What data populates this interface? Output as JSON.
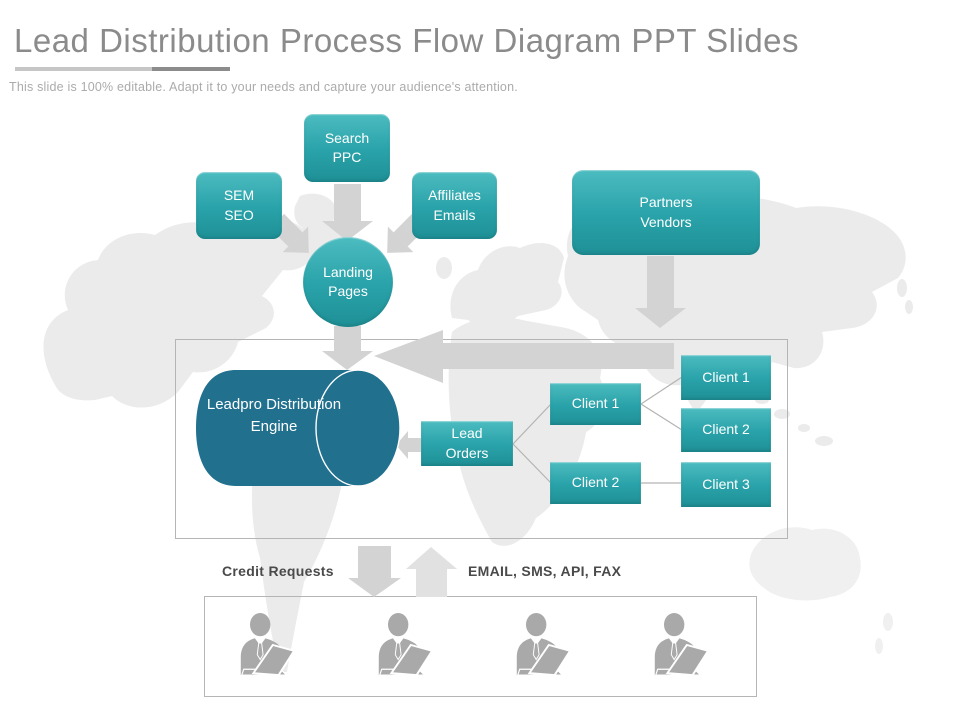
{
  "slide": {
    "title": "Lead Distribution Process Flow Diagram PPT Slides",
    "subtitle": "This slide is 100% editable. Adapt it to your needs and capture your audience's attention."
  },
  "nodes": {
    "search_ppc": "Search PPC",
    "sem_seo": "SEM SEO",
    "affiliates_emails": "Affiliates Emails",
    "partners_vendors": "Partners Vendors",
    "landing_pages": "Landing Pages",
    "engine": "Leadpro Distribution Engine",
    "lead_orders": "Lead Orders",
    "clients_mid": [
      "Client 1",
      "Client 2"
    ],
    "clients_right": [
      "Client 1",
      "Client 2",
      "Client 3"
    ]
  },
  "labels": {
    "credit_requests": "Credit Requests",
    "channels": "EMAIL, SMS, API, FAX"
  },
  "icons": {
    "person": "person-at-laptop-icon",
    "arrow": "flow-arrow-icon"
  },
  "colors": {
    "teal_gradient_top": "#4cbcc0",
    "teal_gradient_bottom": "#1e9096",
    "cylinder": "#21708e",
    "arrow_gray": "#d3d3d3",
    "arrow_light": "#e1e1e1",
    "connector": "#b3b3b3",
    "frame_border": "#b5b5b5",
    "title_text": "#8b8b8b",
    "subtitle_text": "#ababab",
    "bold_label_text": "#4a4a4a",
    "map_fill": "#ebebeb",
    "person_icon": "#a9a9a9"
  }
}
